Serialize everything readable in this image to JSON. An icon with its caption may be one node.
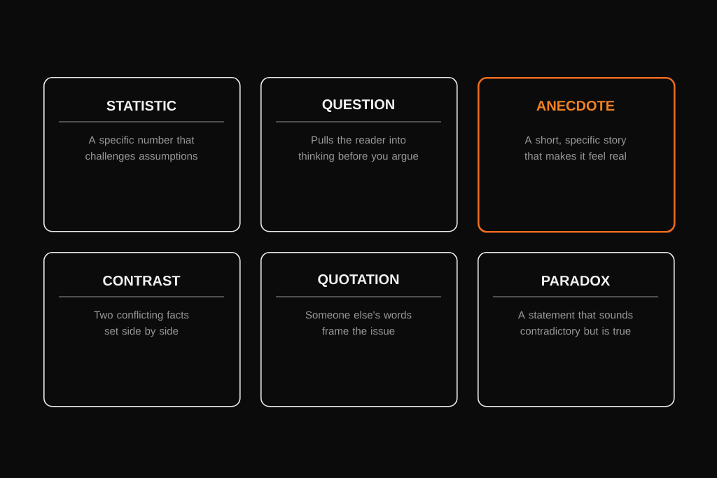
{
  "diagram": {
    "nodes": [
      {
        "text": [
          "STATISTIC",
          "A specific number that challenges assumptions"
        ]
      },
      {
        "text": [
          "QUESTION",
          "Pulls the reader into thinking before you argue"
        ]
      },
      {
        "text": [
          "ANECDOTE",
          "A short, specific story that makes it feel real"
        ]
      },
      {
        "text": [
          "CONTRAST",
          "Two conflicting facts set side by side"
        ]
      },
      {
        "text": [
          "QUOTATION",
          "Someone else's words frame the issue"
        ]
      },
      {
        "text": [
          "PARADOX",
          "A statement that sounds contradictory but is true"
        ]
      }
    ]
  }
}
